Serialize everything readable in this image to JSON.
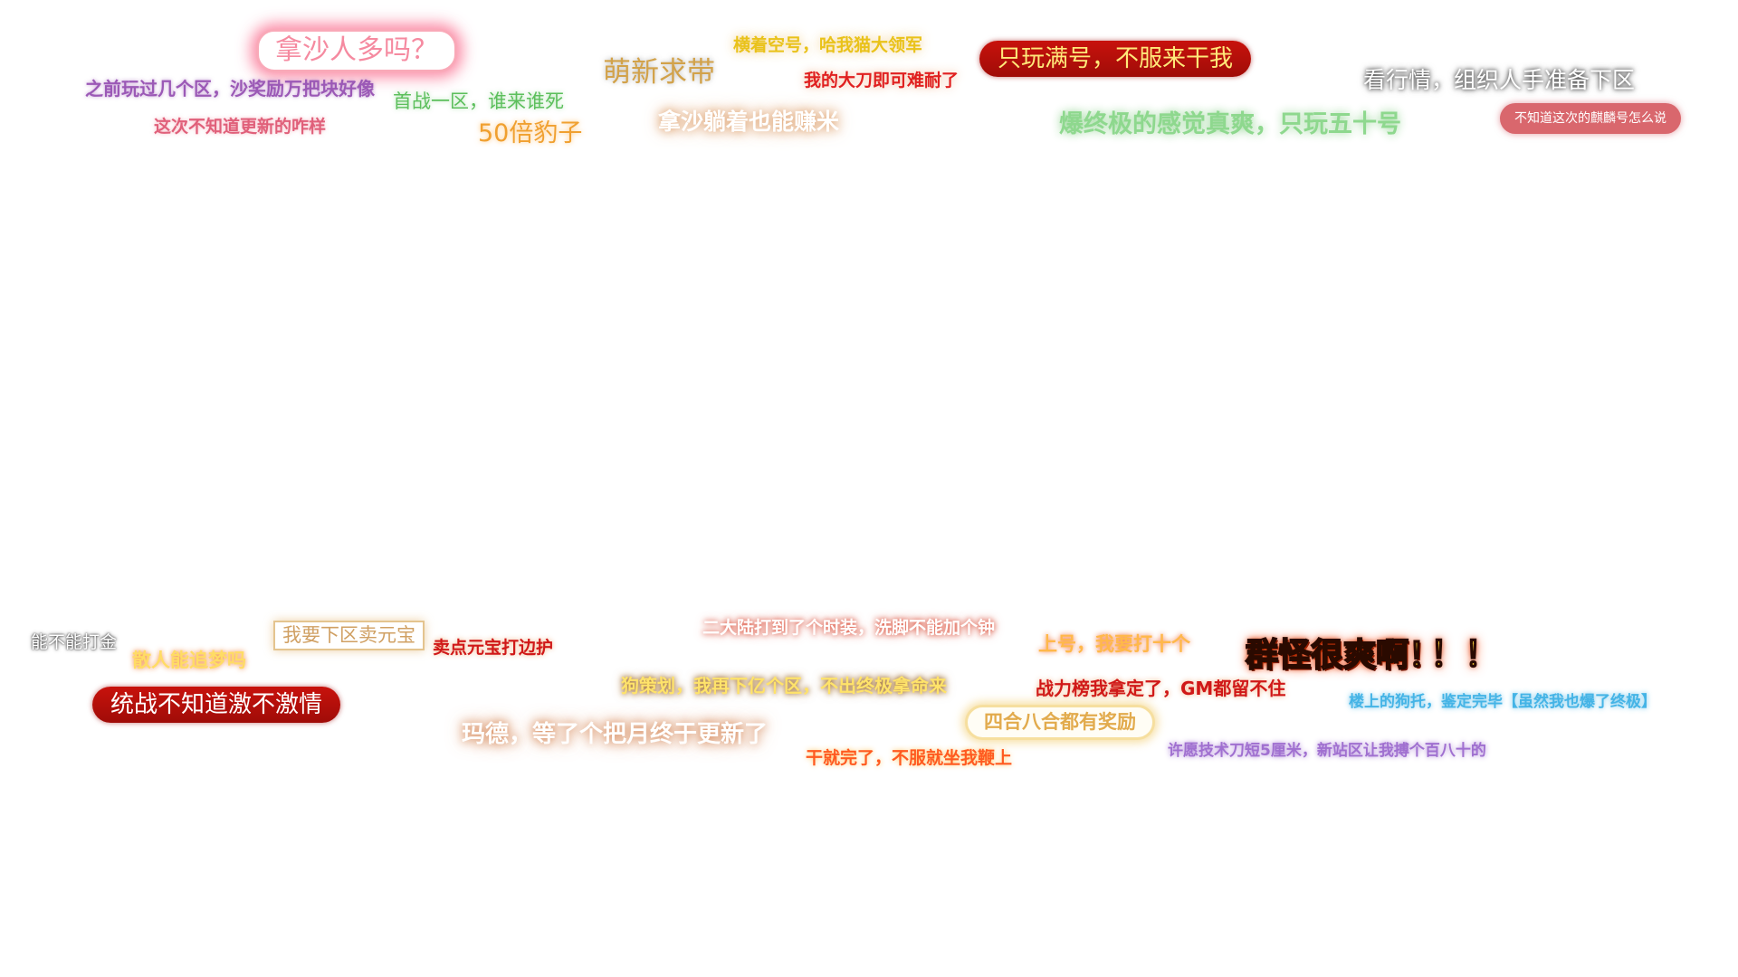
{
  "danmu_top": {
    "m1": "拿沙人多吗？",
    "m2": "之前玩过几个区，沙奖励万把块好像",
    "m3": "这次不知道更新的咋样",
    "m4": "首战一区，谁来谁死",
    "m5": "50倍豹子",
    "m6": "萌新求带",
    "m7": "横着空号，哈我猫大领军",
    "m8": "拿沙躺着也能赚米",
    "m9": "我的大刀即可难耐了",
    "m10": "只玩满号，不服来干我",
    "m11": "看行情，组织人手准备下区",
    "m12": "爆终极的感觉真爽，只玩五十号",
    "m13": "不知道这次的麒麟号怎么说"
  },
  "danmu_bottom": {
    "b1": "能不能打金",
    "b2": "散人能追梦吗",
    "b3": "我要下区卖元宝",
    "b4": "卖点元宝打边护",
    "b5": "统战不知道激不激情",
    "b6": "二大陆打到了个时装，洗脚不能加个钟",
    "b7": "狗策划，我再下亿个区，不出终极拿命来",
    "b8": "玛德，等了个把月终于更新了",
    "b9": "上号，我要打十个",
    "b10": "战力榜我拿定了，GM都留不住",
    "b11": "四合八合都有奖励",
    "b12": "干就完了，不服就坐我鞭上",
    "b13": "群怪很爽啊！",
    "b14": "！！",
    "b15": "楼上的狗托，鉴定完毕【虽然我也爆了终极】",
    "b16": "许愿技术刀短5厘米，新站区让我搏个百八十的"
  },
  "colors": {
    "purple": "#9b59b6",
    "pink": "#f58aa0",
    "green": "#5cbf5c",
    "orange": "#f0a030",
    "red": "#d81e1e",
    "blue": "#45b4e6"
  }
}
